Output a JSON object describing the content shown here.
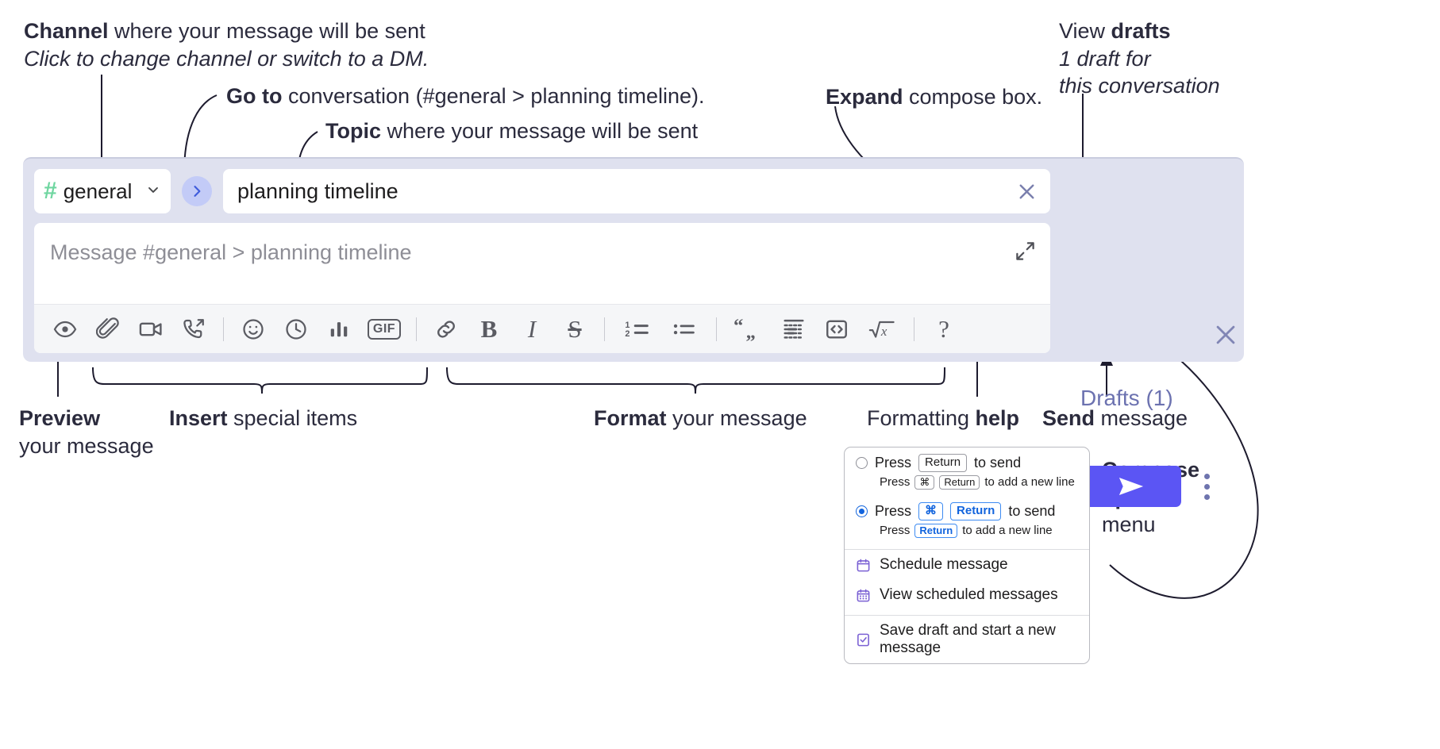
{
  "annotations": {
    "channel": {
      "bold": "Channel",
      "rest": " where your message will be sent",
      "italic": "Click to change channel or switch to a DM."
    },
    "goto": {
      "bold": "Go to",
      "rest": " conversation (#general > planning timeline)."
    },
    "topic": {
      "bold": "Topic",
      "rest": " where your message will be sent"
    },
    "expand": {
      "bold": "Expand",
      "rest": " compose box."
    },
    "drafts": {
      "bold_lead": "View ",
      "bold": "drafts",
      "italic1": "1 draft for",
      "italic2": "this conversation"
    },
    "preview": {
      "bold": "Preview",
      "rest": "your message"
    },
    "insert": {
      "bold": "Insert",
      "rest": " special items"
    },
    "format": {
      "bold": "Format",
      "rest": " your message"
    },
    "help": {
      "lead": "Formatting ",
      "bold": "help"
    },
    "send": {
      "bold": "Send",
      "rest": " message"
    },
    "compose_options": {
      "bold1": "Compose",
      "bold2": "options",
      "rest": "menu"
    }
  },
  "compose": {
    "channel_name": "general",
    "hash_symbol": "#",
    "chevron": "⌄",
    "goto_symbol": "›",
    "topic_value": "planning timeline",
    "message_placeholder": "Message #general > planning timeline",
    "drafts_label": "Drafts (1)",
    "toolbar": [
      {
        "name": "preview-icon",
        "label": "Preview"
      },
      {
        "name": "attachment-icon",
        "label": "Attach file"
      },
      {
        "name": "video-icon",
        "label": "Video clip"
      },
      {
        "name": "audio-call-icon",
        "label": "Audio clip"
      },
      {
        "name": "divider",
        "label": ""
      },
      {
        "name": "emoji-icon",
        "label": "Emoji"
      },
      {
        "name": "clock-icon",
        "label": "Reminder"
      },
      {
        "name": "poll-icon",
        "label": "Poll"
      },
      {
        "name": "gif-icon",
        "label": "GIF"
      },
      {
        "name": "divider",
        "label": ""
      },
      {
        "name": "link-icon",
        "label": "Link"
      },
      {
        "name": "bold-icon",
        "label": "B"
      },
      {
        "name": "italic-icon",
        "label": "I"
      },
      {
        "name": "strikethrough-icon",
        "label": "S"
      },
      {
        "name": "divider",
        "label": ""
      },
      {
        "name": "ordered-list-icon",
        "label": "Ordered list"
      },
      {
        "name": "bulleted-list-icon",
        "label": "Bulleted list"
      },
      {
        "name": "divider",
        "label": ""
      },
      {
        "name": "blockquote-icon",
        "label": "Blockquote"
      },
      {
        "name": "code-block-icon",
        "label": "Code block"
      },
      {
        "name": "code-icon",
        "label": "Code"
      },
      {
        "name": "math-icon",
        "label": "Math"
      },
      {
        "name": "divider",
        "label": ""
      },
      {
        "name": "help-icon",
        "label": "?"
      }
    ],
    "bold_label": "B",
    "italic_label": "I",
    "strike_label": "S",
    "gif_label": "GIF",
    "help_label": "?",
    "math_label": "x",
    "quote_open": "“",
    "quote_close": "„"
  },
  "options_menu": {
    "option1": {
      "selected": false,
      "press": "Press",
      "key": "Return",
      "to_send": "to send",
      "sub_press": "Press",
      "sub_key1": "⌘",
      "sub_key2": "Return",
      "sub_rest": "to add a new line"
    },
    "option2": {
      "selected": true,
      "press": "Press",
      "key1": "⌘",
      "key2": "Return",
      "to_send": "to send",
      "sub_press": "Press",
      "sub_key": "Return",
      "sub_rest": "to add a new line"
    },
    "items": [
      {
        "icon": "calendar-icon",
        "label": "Schedule message"
      },
      {
        "icon": "calendar-grid-icon",
        "label": "View scheduled messages"
      },
      {
        "icon": "save-draft-icon",
        "label": "Save draft and start a new message"
      }
    ]
  },
  "colors": {
    "panel_bg": "#dfe1ef",
    "send_button": "#5b55f4",
    "hash_green": "#6fd6a0",
    "goto_blue": "#3f5bdb",
    "drafts_text": "#6c72b0",
    "menu_icon_purple": "#7b61d4",
    "radio_blue": "#1264dd"
  }
}
